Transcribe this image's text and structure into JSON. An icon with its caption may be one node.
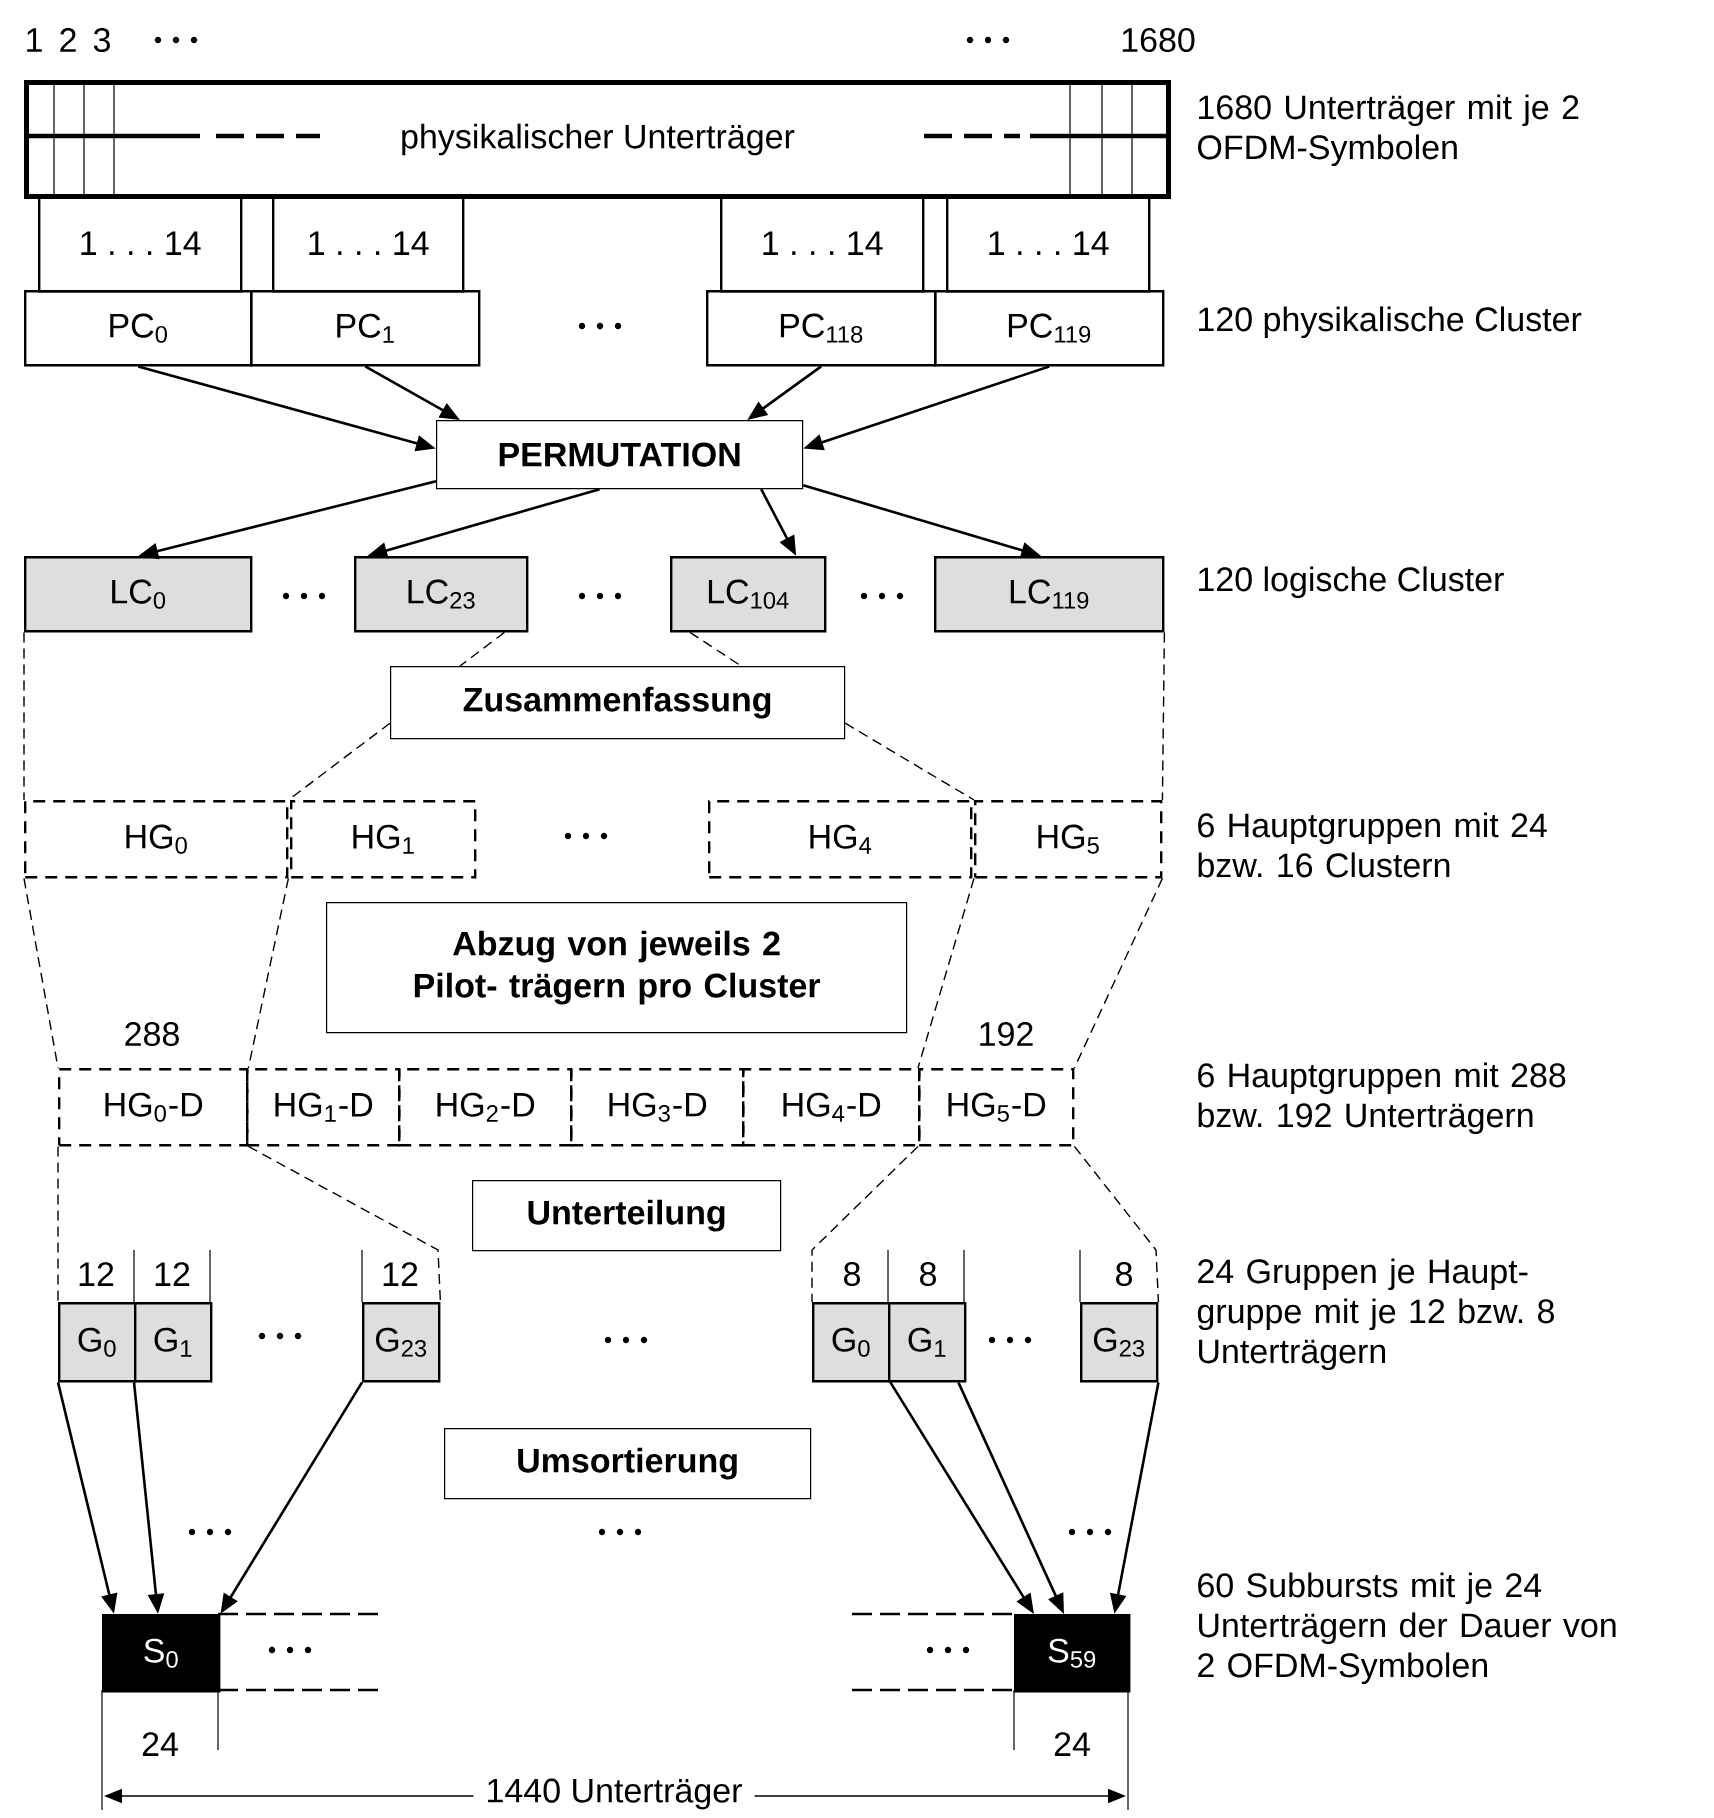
{
  "diagram": {
    "nodes": [
      {
        "text": [
          "physikalischer Unterträger"
        ],
        "beside": [
          "1",
          "2",
          "3",
          "1680"
        ]
      },
      {
        "text": [
          "1 . . . 14"
        ]
      },
      {
        "text": [
          "1 . . . 14"
        ]
      },
      {
        "text": [
          "1 . . . 14"
        ]
      },
      {
        "text": [
          "1 . . . 14"
        ]
      },
      {
        "text": [
          "PC$_{0}$"
        ]
      },
      {
        "text": [
          "PC$_{1}$"
        ]
      },
      {
        "text": [
          "PC$_{118}$"
        ]
      },
      {
        "text": [
          "PC$_{119}$"
        ]
      },
      {
        "text": [
          "PERMUTATION"
        ]
      },
      {
        "text": [
          "LC$_{0}$"
        ]
      },
      {
        "text": [
          "LC$_{23}$"
        ]
      },
      {
        "text": [
          "LC$_{104}$"
        ]
      },
      {
        "text": [
          "LC$_{119}$"
        ]
      },
      {
        "text": [
          "Zusammenfassung"
        ]
      },
      {
        "text": [
          "HG$_{0}$"
        ]
      },
      {
        "text": [
          "HG$_{1}$"
        ]
      },
      {
        "text": [
          "HG$_{4}$"
        ]
      },
      {
        "text": [
          "HG$_{5}$"
        ]
      },
      {
        "text": [
          "Abzug von jeweils 2 Pilot- trägern pro Cluster"
        ]
      },
      {
        "text": [
          "HG$_{0}$-D"
        ]
      },
      {
        "text": [
          "HG$_{1}$-D"
        ]
      },
      {
        "text": [
          "HG$_{2}$-D"
        ]
      },
      {
        "text": [
          "HG$_{3}$-D"
        ]
      },
      {
        "text": [
          "HG$_{4}$-D"
        ]
      },
      {
        "text": [
          "HG$_{5}$-D"
        ]
      },
      {
        "text": [
          "Unterteilung"
        ]
      },
      {
        "text": [
          "G$_{0}$"
        ],
        "beside": [
          "12"
        ]
      },
      {
        "text": [
          "G$_{1}$"
        ],
        "beside": [
          "12"
        ]
      },
      {
        "text": [
          "G$_{23}$"
        ],
        "beside": [
          "12"
        ]
      },
      {
        "text": [
          "G$_{0}$"
        ],
        "beside": [
          "8"
        ]
      },
      {
        "text": [
          "G$_{1}$"
        ],
        "beside": [
          "8"
        ]
      },
      {
        "text": [
          "G$_{23}$"
        ],
        "beside": [
          "8"
        ]
      },
      {
        "text": [
          "Umsortierung"
        ]
      },
      {
        "text": [
          "S$_{0}$"
        ]
      },
      {
        "text": [
          "S$_{59}$"
        ]
      }
    ],
    "edges": [
      {
        "from": 5,
        "to": 9,
        "arrow": "to"
      },
      {
        "from": 6,
        "to": 9,
        "arrow": "to"
      },
      {
        "from": 7,
        "to": 9,
        "arrow": "to"
      },
      {
        "from": 8,
        "to": 9,
        "arrow": "to"
      },
      {
        "from": 9,
        "to": 10,
        "arrow": "to"
      },
      {
        "from": 9,
        "to": 11,
        "arrow": "to"
      },
      {
        "from": 9,
        "to": 12,
        "arrow": "to"
      },
      {
        "from": 9,
        "to": 13,
        "arrow": "to"
      },
      {
        "from": 10,
        "to": 15,
        "arrow": "none",
        "style": "dashed"
      },
      {
        "from": 11,
        "to": 14,
        "arrow": "none",
        "style": "dashed"
      },
      {
        "from": 14,
        "to": 15,
        "arrow": "none",
        "style": "dashed"
      },
      {
        "from": 12,
        "to": 14,
        "arrow": "none",
        "style": "dashed"
      },
      {
        "from": 14,
        "to": 18,
        "arrow": "none",
        "style": "dashed"
      },
      {
        "from": 13,
        "to": 18,
        "arrow": "none",
        "style": "dashed"
      },
      {
        "from": 15,
        "to": 20,
        "arrow": "none",
        "style": "dashed"
      },
      {
        "from": 15,
        "to": 20,
        "arrow": "none",
        "style": "dashed"
      },
      {
        "from": 18,
        "to": 25,
        "arrow": "none",
        "style": "dashed"
      },
      {
        "from": 18,
        "to": 25,
        "arrow": "none",
        "style": "dashed"
      },
      {
        "from": 20,
        "to": 27,
        "arrow": "none",
        "style": "dashed"
      },
      {
        "from": 20,
        "to": 29,
        "arrow": "none",
        "style": "dashed"
      },
      {
        "from": 25,
        "to": 30,
        "arrow": "none",
        "style": "dashed"
      },
      {
        "from": 25,
        "to": 32,
        "arrow": "none",
        "style": "dashed"
      },
      {
        "from": 27,
        "to": 34,
        "arrow": "to"
      },
      {
        "from": 28,
        "to": 34,
        "arrow": "to"
      },
      {
        "from": 29,
        "to": 34,
        "arrow": "to"
      },
      {
        "from": 30,
        "to": 35,
        "arrow": "to"
      },
      {
        "from": 31,
        "to": 35,
        "arrow": "to"
      },
      {
        "from": 32,
        "to": 35,
        "arrow": "to"
      }
    ],
    "labels": [
      "1680 Unterträger mit je 2 OFDM-Symbolen",
      "120 physikalische Cluster",
      "120 logische Cluster",
      "6 Hauptgruppen mit 24 bzw. 16 Clustern",
      "288",
      "192",
      "6 Hauptgruppen mit 288 bzw. 192 Unterträgern",
      "24 Gruppen je Haupt- gruppe mit je 12 bzw. 8 Unterträgern",
      "60 Subbursts mit je 24 Unterträgern der Dauer von 2 OFDM-Symbolen",
      "24",
      "24",
      "1440 Unterträger"
    ]
  }
}
